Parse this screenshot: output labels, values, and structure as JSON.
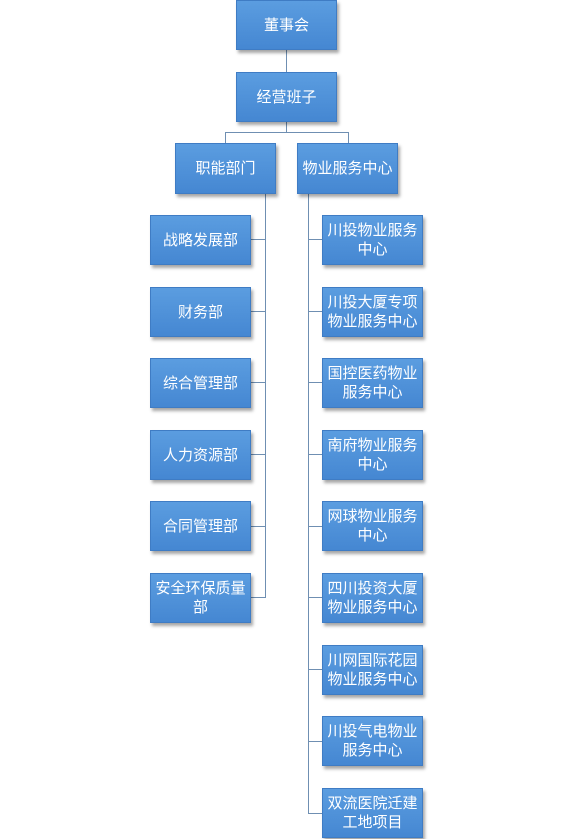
{
  "org_chart": {
    "root": "董事会",
    "level2": "经营班子",
    "departments": {
      "title": "职能部门",
      "children": [
        "战略发展部",
        "财务部",
        "综合管理部",
        "人力资源部",
        "合同管理部",
        "安全环保质量\n部"
      ]
    },
    "service_centers": {
      "title": "物业服务中心",
      "children": [
        "川投物业服务\n中心",
        "川投大厦专项\n物业服务中心",
        "国控医药物业\n服务中心",
        "南府物业服务\n中心",
        "网球物业服务\n中心",
        "四川投资大厦\n物业服务中心",
        "川网国际花园\n物业服务中心",
        "川投气电物业\n服务中心",
        "双流医院迁建\n工地项目"
      ]
    }
  },
  "colors": {
    "box_fill": "#4f91da",
    "box_border": "#3f7cc4",
    "connector": "#6f8fb2",
    "text": "#ffffff"
  }
}
